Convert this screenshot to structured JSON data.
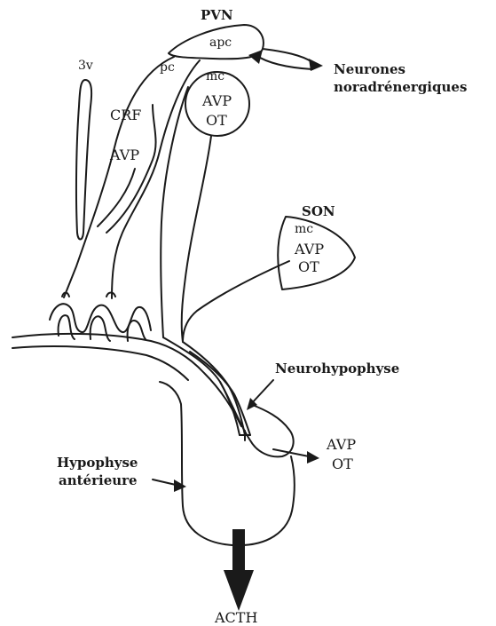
{
  "labels": {
    "pvn": "PVN",
    "apc": "apc",
    "pc": "pc",
    "mc_pvn": "mc",
    "avp_pvn": "AVP",
    "ot_pvn": "OT",
    "third_ventricle": "3v",
    "crf": "CRF",
    "avp_left": "AVP",
    "neurones_line1": "Neurones",
    "neurones_line2": "noradrénergiques",
    "son": "SON",
    "mc_son": "mc",
    "avp_son": "AVP",
    "ot_son": "OT",
    "neurohypophyse": "Neurohypophyse",
    "avp_out": "AVP",
    "ot_out": "OT",
    "hypophyse_line1": "Hypophyse",
    "hypophyse_line2": "antérieure",
    "acth": "ACTH"
  }
}
